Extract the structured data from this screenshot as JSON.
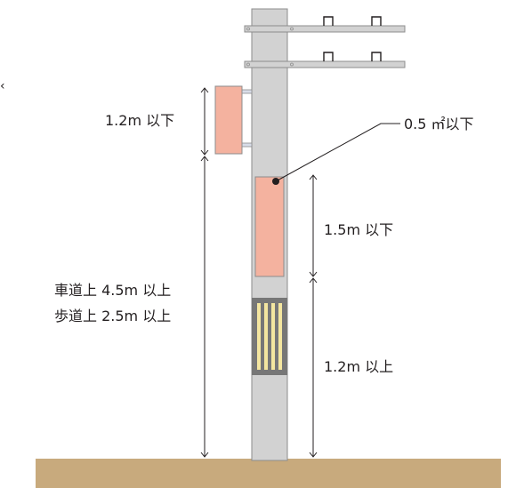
{
  "labels": {
    "upper_sign_height": "1.2m 以下",
    "area_limit": "0.5 ㎡以下",
    "mid_sign_height": "1.5m 以下",
    "clearance_line1": "車道上 4.5m 以上",
    "clearance_line2": "歩道上 2.5m 以上",
    "bottom_clearance": "1.2m 以上",
    "edge_mark": "‹"
  },
  "colors": {
    "pole": "#d2d2d2",
    "pole_stroke": "#8c8c8c",
    "sign": "#f4b29f",
    "sign_stroke": "#8c8c8c",
    "reflector_bg": "#777777",
    "reflector_stripe": "#f4e6a0",
    "ground": "#c8aa7d",
    "line": "#231f20"
  }
}
